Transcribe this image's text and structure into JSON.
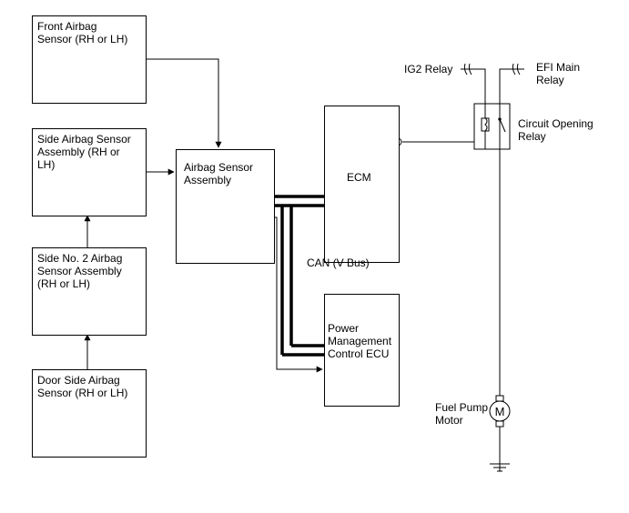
{
  "components": {
    "front_airbag_sensor": "Front Airbag\nSensor (RH or LH)",
    "side_airbag_sensor_assembly": "Side Airbag Sensor\nAssembly (RH or\nLH)",
    "side_no2_airbag_sensor_assembly": "Side No. 2 Airbag\nSensor Assembly\n(RH or LH)",
    "door_side_airbag_sensor": "Door Side Airbag\nSensor (RH or LH)",
    "airbag_sensor_assembly": "Airbag Sensor\nAssembly",
    "ecm": "ECM",
    "power_management_control_ecu": "Power\nManagement\nControl ECU",
    "ig2_relay": "IG2 Relay",
    "efi_main_relay": "EFI Main\nRelay",
    "circuit_opening_relay": "Circuit Opening\nRelay",
    "fuel_pump_motor": "Fuel Pump\nMotor",
    "motor_symbol": "M"
  },
  "bus_label": "CAN (V Bus)"
}
